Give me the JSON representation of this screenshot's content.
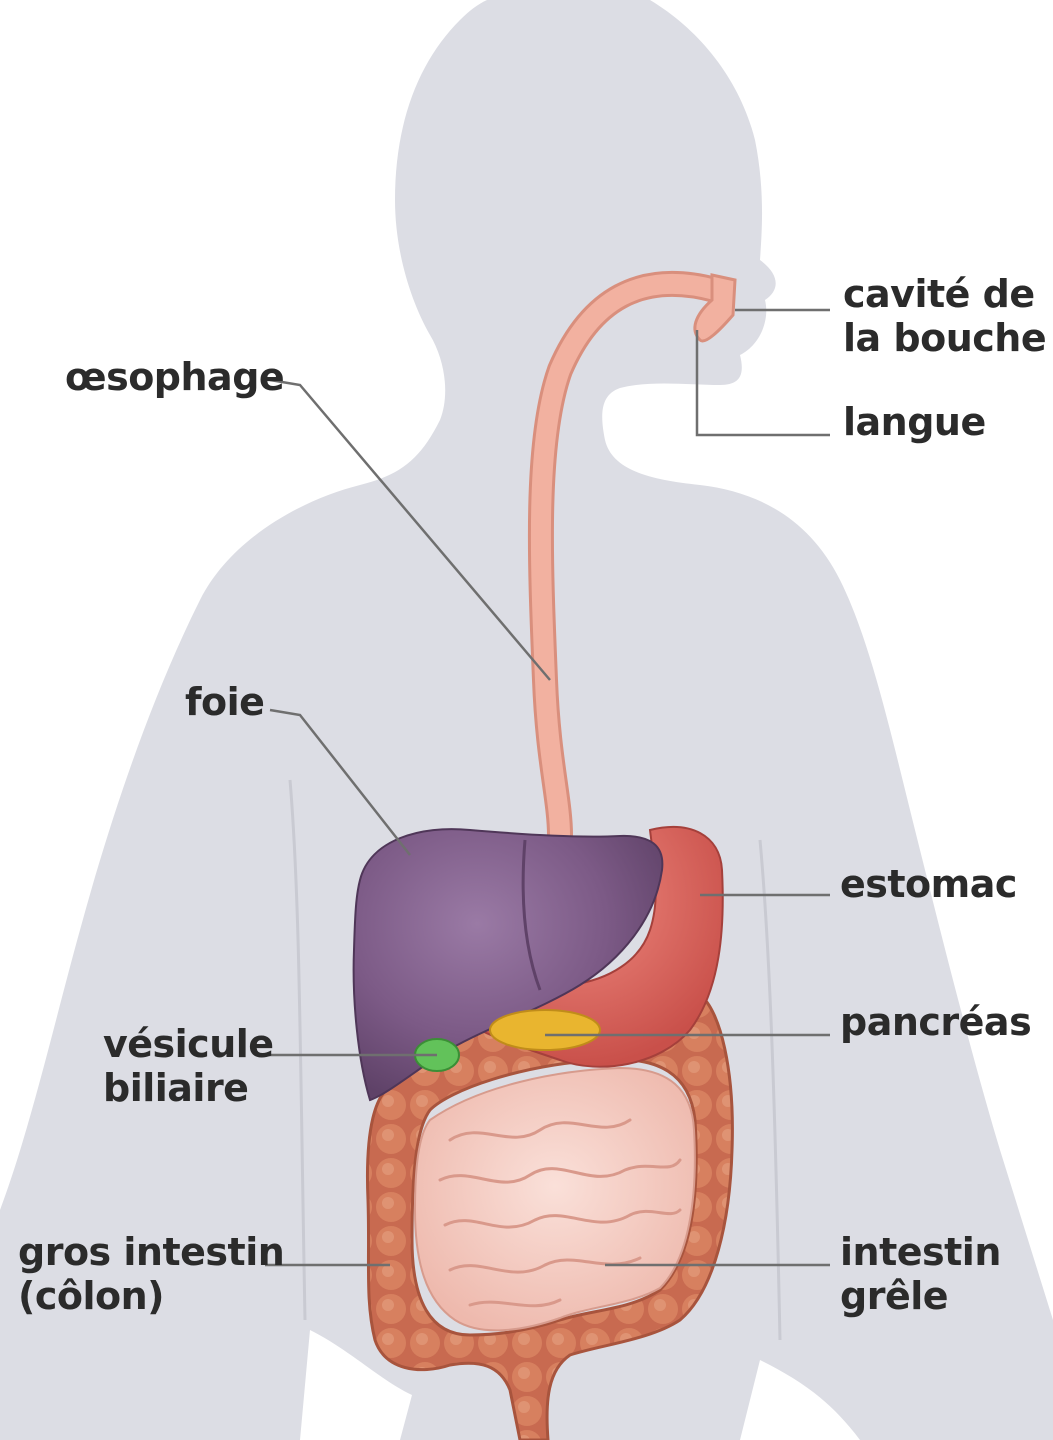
{
  "labels": {
    "cavite_bouche": [
      "cavité de",
      "la bouche"
    ],
    "langue": "langue",
    "oesophage": "œsophage",
    "foie": "foie",
    "estomac": "estomac",
    "pancreas": "pancréas",
    "vesicule_biliaire": [
      "vésicule",
      "biliaire"
    ],
    "gros_intestin": [
      "gros intestin",
      "(côlon)"
    ],
    "intestin_grele": [
      "intestin",
      "grêle"
    ]
  },
  "colors": {
    "background": "#ffffff",
    "body_silhouette": "#dcdde4",
    "oesophagus": "#f2b1a0",
    "liver": "#7c5a86",
    "stomach": "#d9645c",
    "pancreas": "#e9b52f",
    "gallbladder": "#62c25a",
    "large_intestine": "#cf6f54",
    "small_intestine": "#f3c7bd",
    "leader_lines": "#6f6f6f"
  }
}
